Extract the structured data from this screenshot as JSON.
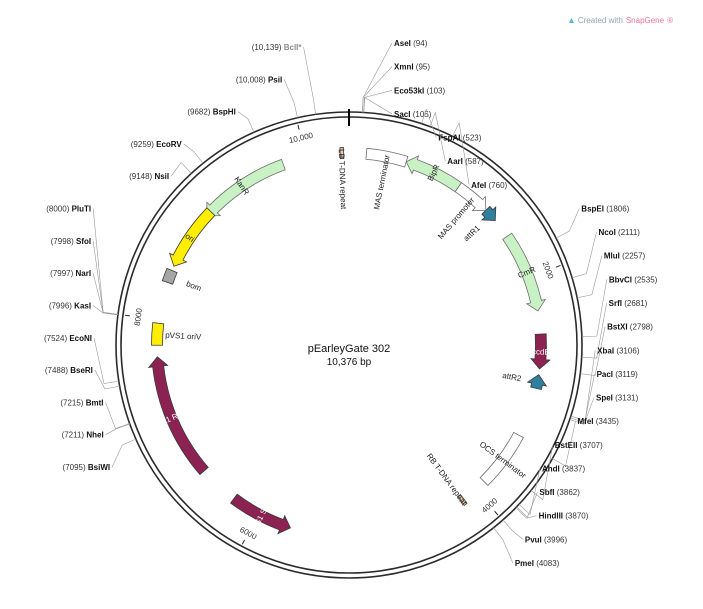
{
  "plasmid": {
    "name": "pEarleyGate 302",
    "size_label": "10,376 bp",
    "length": 10376
  },
  "credit": {
    "prefix": "Created with",
    "brand": "SnapGene",
    "mark": "®"
  },
  "colors": {
    "backbone": "#2b2b2b",
    "kanr": "#c8f2c4",
    "ori": "#ffee00",
    "bom": "#a6a6a6",
    "pvs1_oriv": "#ffee00",
    "pvs1_repa": "#8b2252",
    "pvs1_staa": "#8b2252",
    "bipr": "#c8f2c4",
    "cmr": "#c8f2c4",
    "ccdb": "#8b2252",
    "attr": "#2f7f9f",
    "promoter": "#ffffff",
    "terminator": "#ffffff",
    "repeat": "#f3c9a4",
    "bcli_gray": "#8c8c8c"
  },
  "ticks": [
    {
      "pos": 2000,
      "label": "2000"
    },
    {
      "pos": 4000,
      "label": "4000"
    },
    {
      "pos": 6000,
      "label": "6000"
    },
    {
      "pos": 8000,
      "label": "8000"
    },
    {
      "pos": 10000,
      "label": "10,000"
    }
  ],
  "sites": [
    {
      "name": "AseI",
      "pos": "(94)",
      "side": "R"
    },
    {
      "name": "XmnI",
      "pos": "(95)",
      "side": "R"
    },
    {
      "name": "Eco53kI",
      "pos": "(103)",
      "side": "R"
    },
    {
      "name": "SacI",
      "pos": "(105)",
      "side": "R"
    },
    {
      "name": "FspAI",
      "pos": "(523)",
      "side": "R"
    },
    {
      "name": "AarI",
      "pos": "(587)",
      "side": "R"
    },
    {
      "name": "AfeI",
      "pos": "(760)",
      "side": "R"
    },
    {
      "name": "BspEI",
      "pos": "(1806)",
      "side": "R"
    },
    {
      "name": "NcoI",
      "pos": "(2111)",
      "side": "R"
    },
    {
      "name": "MluI",
      "pos": "(2257)",
      "side": "R"
    },
    {
      "name": "BbvCI",
      "pos": "(2535)",
      "side": "R"
    },
    {
      "name": "SrfI",
      "pos": "(2681)",
      "side": "R"
    },
    {
      "name": "BstXI",
      "pos": "(2798)",
      "side": "R"
    },
    {
      "name": "XbaI",
      "pos": "(3106)",
      "side": "R"
    },
    {
      "name": "PacI",
      "pos": "(3119)",
      "side": "R"
    },
    {
      "name": "SpeI",
      "pos": "(3131)",
      "side": "R"
    },
    {
      "name": "MfeI",
      "pos": "(3435)",
      "side": "R"
    },
    {
      "name": "BstEII",
      "pos": "(3707)",
      "side": "R"
    },
    {
      "name": "AhdI",
      "pos": "(3837)",
      "side": "R"
    },
    {
      "name": "SbfI",
      "pos": "(3862)",
      "side": "R"
    },
    {
      "name": "HindIII",
      "pos": "(3870)",
      "side": "R"
    },
    {
      "name": "PvuI",
      "pos": "(3996)",
      "side": "R"
    },
    {
      "name": "PmeI",
      "pos": "(4083)",
      "side": "R"
    },
    {
      "name": "BsiWI",
      "pos": "(7095)",
      "side": "L"
    },
    {
      "name": "NheI",
      "pos": "(7211)",
      "side": "L"
    },
    {
      "name": "BmtI",
      "pos": "(7215)",
      "side": "L"
    },
    {
      "name": "BseRI",
      "pos": "(7488)",
      "side": "L"
    },
    {
      "name": "EcoNI",
      "pos": "(7524)",
      "side": "L"
    },
    {
      "name": "KasI",
      "pos": "(7996)",
      "side": "L"
    },
    {
      "name": "NarI",
      "pos": "(7997)",
      "side": "L"
    },
    {
      "name": "SfoI",
      "pos": "(7998)",
      "side": "L"
    },
    {
      "name": "PluTI",
      "pos": "(8000)",
      "side": "L"
    },
    {
      "name": "NsiI",
      "pos": "(9148)",
      "side": "L"
    },
    {
      "name": "EcoRV",
      "pos": "(9259)",
      "side": "L"
    },
    {
      "name": "BspHI",
      "pos": "(9682)",
      "side": "L"
    },
    {
      "name": "PsiI",
      "pos": "(10,008)",
      "side": "L"
    },
    {
      "name": "BclI*",
      "pos": "(10,139)",
      "side": "L",
      "muted": true
    }
  ],
  "features": [
    {
      "name": "KanR",
      "label": "KanR",
      "start": 9000,
      "end": 9800,
      "dir": -1,
      "color": "#c8f2c4",
      "labelInside": true
    },
    {
      "name": "ori",
      "label": "ori",
      "start": 8480,
      "end": 9050,
      "dir": -1,
      "color": "#ffee00",
      "labelInside": true
    },
    {
      "name": "bom",
      "label": "bom",
      "start": 8330,
      "end": 8440,
      "dir": 0,
      "color": "#a6a6a6",
      "labelInside": false
    },
    {
      "name": "pVS1 oriV",
      "label": "pVS1 oriV",
      "start": 7780,
      "end": 7970,
      "dir": 0,
      "color": "#ffee00",
      "labelInside": false
    },
    {
      "name": "pVS1 RepA",
      "label": "pVS1 RepA",
      "start": 6600,
      "end": 7680,
      "dir": 1,
      "color": "#8b2252",
      "labelInside": true
    },
    {
      "name": "pVS1 StaA",
      "label": "pVS1 StaA",
      "start": 5700,
      "end": 6250,
      "dir": -1,
      "color": "#8b2252",
      "labelInside": true
    },
    {
      "name": "RB T-DNA repeat",
      "label": "RB T-DNA repeat",
      "start": 4130,
      "end": 4160,
      "dir": 0,
      "color": "#f3c9a4",
      "labelInside": false
    },
    {
      "name": "OCS terminator",
      "label": "OCS terminator",
      "start": 3400,
      "end": 3900,
      "dir": 0,
      "color": "#ffffff",
      "labelInside": true
    },
    {
      "name": "attR2",
      "label": "attR2",
      "start": 2850,
      "end": 2970,
      "dir": -1,
      "color": "#2f7f9f",
      "labelInside": false
    },
    {
      "name": "ccdB",
      "label": "ccdB",
      "start": 2500,
      "end": 2800,
      "dir": 1,
      "color": "#8b2252",
      "labelInside": true
    },
    {
      "name": "CmR",
      "label": "CmR",
      "start": 1600,
      "end": 2300,
      "dir": 1,
      "color": "#c8f2c4",
      "labelInside": true
    },
    {
      "name": "attR1",
      "label": "attR1",
      "start": 1310,
      "end": 1430,
      "dir": 1,
      "color": "#2f7f9f",
      "labelInside": false
    },
    {
      "name": "MAS promoter",
      "label": "MAS promoter",
      "start": 1000,
      "end": 1310,
      "dir": 1,
      "color": "#ffffff",
      "labelInside": false
    },
    {
      "name": "BipR",
      "label": "BipR",
      "start": 500,
      "end": 1000,
      "dir": -1,
      "color": "#c8f2c4",
      "labelInside": true
    },
    {
      "name": "MAS terminator",
      "label": "MAS terminator",
      "start": 150,
      "end": 500,
      "dir": 0,
      "color": "#ffffff",
      "labelInside": false
    },
    {
      "name": "LB T-DNA repeat",
      "label": "LB T-DNA repeat",
      "start": 10300,
      "end": 10330,
      "dir": 0,
      "color": "#f3c9a4",
      "labelInside": false
    }
  ]
}
